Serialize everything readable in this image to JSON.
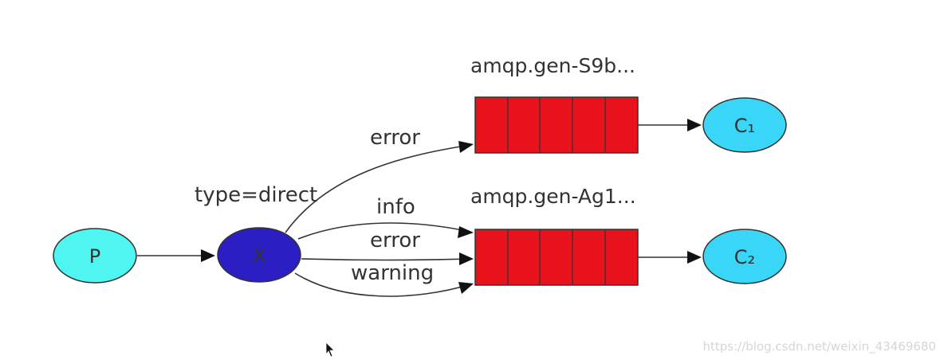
{
  "producer": {
    "label": "P",
    "color": "#4ff5f0"
  },
  "exchange": {
    "label": "X",
    "type_label": "type=direct",
    "color": "#2b1fc4"
  },
  "queues": [
    {
      "name": "amqp.gen-S9b...",
      "color": "#e8121c"
    },
    {
      "name": "amqp.gen-Ag1...",
      "color": "#e8121c"
    }
  ],
  "consumers": [
    {
      "label": "C₁",
      "color": "#3ad6f7"
    },
    {
      "label": "C₂",
      "color": "#3ad6f7"
    }
  ],
  "bindings": [
    {
      "routing_key": "error",
      "queue": 0
    },
    {
      "routing_key": "info",
      "queue": 1
    },
    {
      "routing_key": "error",
      "queue": 1
    },
    {
      "routing_key": "warning",
      "queue": 1
    }
  ],
  "watermark": "https://blog.csdn.net/weixin_43469680"
}
